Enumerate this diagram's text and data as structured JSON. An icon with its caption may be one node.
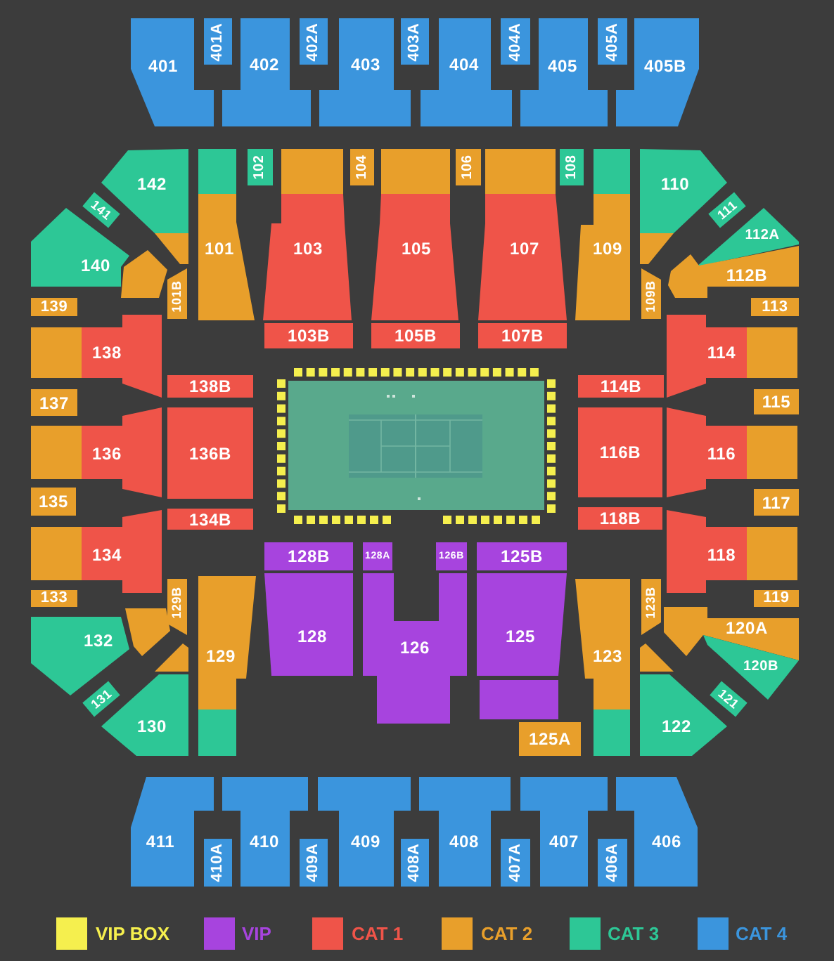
{
  "diagram": {
    "nodes": [
      {
        "text": [
          "401"
        ]
      },
      {
        "text": [
          "401A"
        ]
      },
      {
        "text": [
          "402"
        ]
      },
      {
        "text": [
          "402A"
        ]
      },
      {
        "text": [
          "403"
        ]
      },
      {
        "text": [
          "403A"
        ]
      },
      {
        "text": [
          "404"
        ]
      },
      {
        "text": [
          "404A"
        ]
      },
      {
        "text": [
          "405"
        ]
      },
      {
        "text": [
          "405A"
        ]
      },
      {
        "text": [
          "405B"
        ]
      },
      {
        "text": [
          "142"
        ]
      },
      {
        "text": [],
        "shape": "box"
      },
      {
        "text": [
          "102"
        ]
      },
      {
        "text": [],
        "shape": "box"
      },
      {
        "text": [
          "104"
        ]
      },
      {
        "text": [],
        "shape": "box"
      },
      {
        "text": [
          "106"
        ]
      },
      {
        "text": [],
        "shape": "box"
      },
      {
        "text": [
          "108"
        ]
      },
      {
        "text": [],
        "shape": "box"
      },
      {
        "text": [
          "110"
        ]
      },
      {
        "text": [
          "141"
        ]
      },
      {
        "text": [
          "111"
        ]
      },
      {
        "text": [
          "140"
        ]
      },
      {
        "text": [],
        "shape": "box"
      },
      {
        "text": [],
        "shape": "box"
      },
      {
        "text": [
          "101B"
        ]
      },
      {
        "text": [
          "101"
        ]
      },
      {
        "text": [
          "103"
        ]
      },
      {
        "text": [
          "105"
        ]
      },
      {
        "text": [
          "107"
        ]
      },
      {
        "text": [
          "109"
        ]
      },
      {
        "text": [
          "109B"
        ]
      },
      {
        "text": [],
        "shape": "box"
      },
      {
        "text": [
          "112A"
        ]
      },
      {
        "text": [
          "112B"
        ]
      },
      {
        "text": [
          "139"
        ]
      },
      {
        "text": [
          "113"
        ]
      },
      {
        "text": [
          "103B"
        ]
      },
      {
        "text": [
          "105B"
        ]
      },
      {
        "text": [
          "107B"
        ]
      },
      {
        "text": [],
        "shape": "box"
      },
      {
        "text": [
          "138"
        ]
      },
      {
        "text": [
          "114"
        ]
      },
      {
        "text": [],
        "shape": "box"
      },
      {
        "text": [
          "138B"
        ]
      },
      {
        "text": [
          "114B"
        ]
      },
      {
        "text": [
          "137"
        ]
      },
      {
        "text": [
          "115"
        ]
      },
      {
        "text": [],
        "shape": "box"
      },
      {
        "text": [
          "136"
        ]
      },
      {
        "text": [
          "136B"
        ]
      },
      {
        "text": [
          "116B"
        ]
      },
      {
        "text": [
          "116"
        ]
      },
      {
        "text": [],
        "shape": "box"
      },
      {
        "text": [
          "135"
        ]
      },
      {
        "text": [
          "117"
        ]
      },
      {
        "text": [
          "134B"
        ]
      },
      {
        "text": [
          "118B"
        ]
      },
      {
        "text": [],
        "shape": "box"
      },
      {
        "text": [
          "134"
        ]
      },
      {
        "text": [
          "118"
        ]
      },
      {
        "text": [],
        "shape": "box"
      },
      {
        "text": [
          "128B"
        ]
      },
      {
        "text": [
          "128A"
        ]
      },
      {
        "text": [
          "126B"
        ]
      },
      {
        "text": [
          "125B"
        ]
      },
      {
        "text": [
          "129B"
        ]
      },
      {
        "text": [
          "123B"
        ]
      },
      {
        "text": [
          "133"
        ]
      },
      {
        "text": [
          "119"
        ]
      },
      {
        "text": [
          "132"
        ]
      },
      {
        "text": [],
        "shape": "box"
      },
      {
        "text": [
          "129"
        ]
      },
      {
        "text": [
          "128"
        ]
      },
      {
        "text": [
          "126"
        ]
      },
      {
        "text": [
          "125"
        ]
      },
      {
        "text": [
          "123"
        ]
      },
      {
        "text": [
          "120A"
        ]
      },
      {
        "text": [
          "120B"
        ]
      },
      {
        "text": [
          "131"
        ]
      },
      {
        "text": [
          "121"
        ]
      },
      {
        "text": [],
        "shape": "box"
      },
      {
        "text": [],
        "shape": "box"
      },
      {
        "text": [
          "130"
        ]
      },
      {
        "text": [],
        "shape": "box"
      },
      {
        "text": [],
        "shape": "box"
      },
      {
        "text": [
          "125A"
        ]
      },
      {
        "text": [],
        "shape": "box"
      },
      {
        "text": [
          "122"
        ]
      },
      {
        "text": [
          "411"
        ]
      },
      {
        "text": [
          "410A"
        ]
      },
      {
        "text": [
          "410"
        ]
      },
      {
        "text": [
          "409A"
        ]
      },
      {
        "text": [
          "409"
        ]
      },
      {
        "text": [
          "408A"
        ]
      },
      {
        "text": [
          "408"
        ]
      },
      {
        "text": [
          "407A"
        ]
      },
      {
        "text": [
          "407"
        ]
      },
      {
        "text": [
          "406A"
        ]
      },
      {
        "text": [
          "406"
        ]
      }
    ],
    "legend": [
      {
        "text": "VIP BOX",
        "color": "#f5ef4e"
      },
      {
        "text": "VIP",
        "color": "#a744de"
      },
      {
        "text": "CAT 1",
        "color": "#ef5449"
      },
      {
        "text": "CAT 2",
        "color": "#e89f2b"
      },
      {
        "text": "CAT 3",
        "color": "#2dc796"
      },
      {
        "text": "CAT 4",
        "color": "#3b95dd"
      }
    ]
  }
}
